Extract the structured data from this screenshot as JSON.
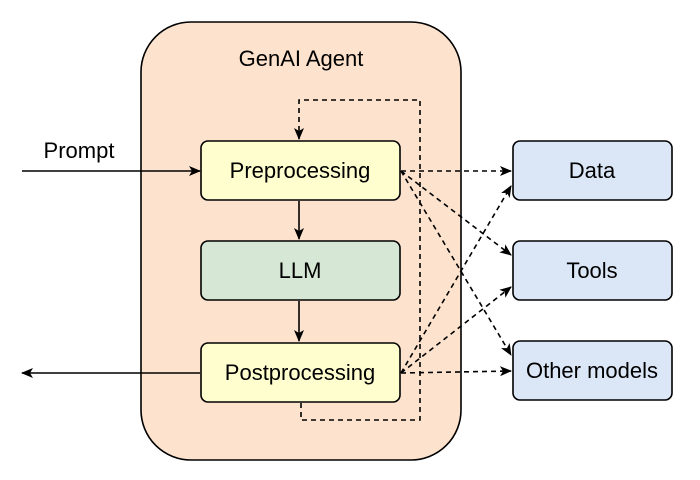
{
  "diagram": {
    "title": "GenAI Agent",
    "input_label": "Prompt",
    "nodes": {
      "preprocessing": "Preprocessing",
      "llm": "LLM",
      "postprocessing": "Postprocessing"
    },
    "resources": {
      "data": "Data",
      "tools": "Tools",
      "other_models": "Other models"
    }
  },
  "colors": {
    "agent_fill": "#fde3cd",
    "process_fill": "#fefecf",
    "llm_fill": "#d6e8d5",
    "resource_fill": "#dbe7f7",
    "stroke": "#000000"
  }
}
